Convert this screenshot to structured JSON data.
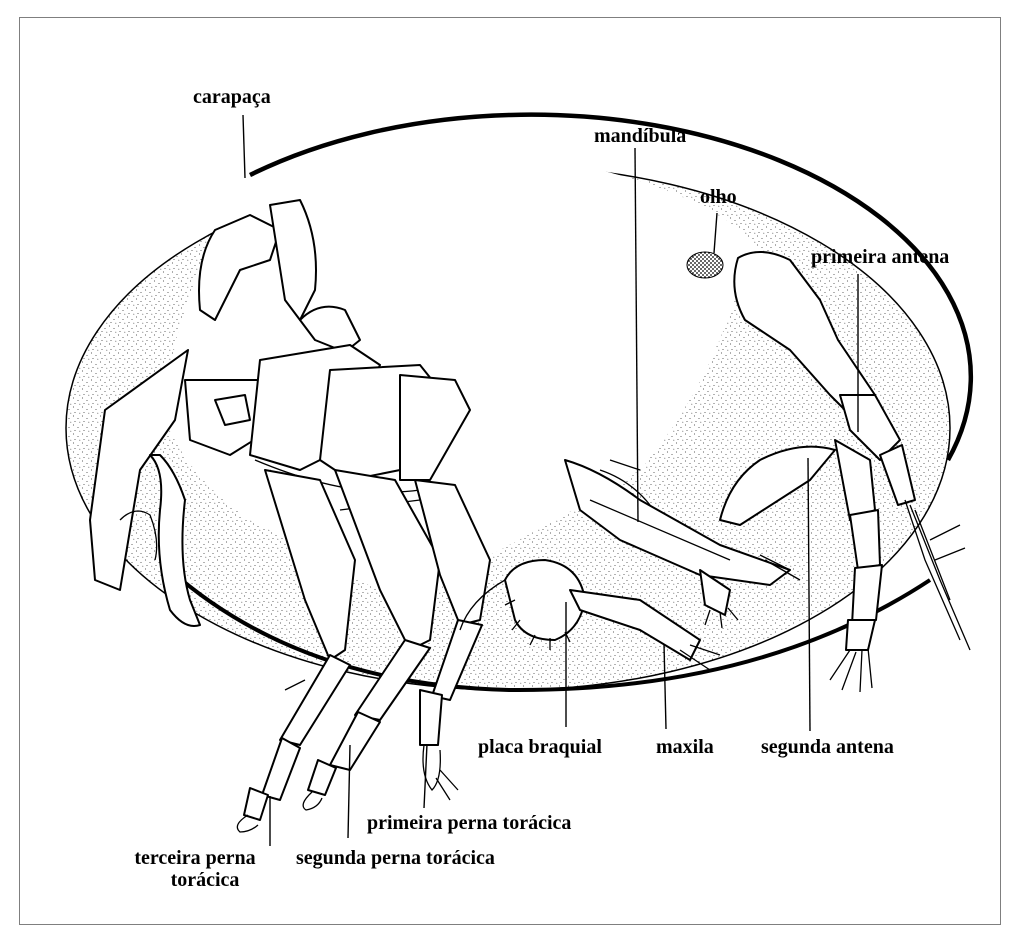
{
  "labels": {
    "carapaca": "carapaça",
    "mandibula": "mandíbula",
    "olho": "olho",
    "primeira_antena": "primeira antena",
    "placa_braquial": "placa braquial",
    "maxila": "maxila",
    "segunda_antena": "segunda antena",
    "primeira_perna": "primeira perna torácica",
    "segunda_perna": "segunda perna torácica",
    "terceira_perna_l1": "terceira perna",
    "terceira_perna_l2": "torácica"
  }
}
